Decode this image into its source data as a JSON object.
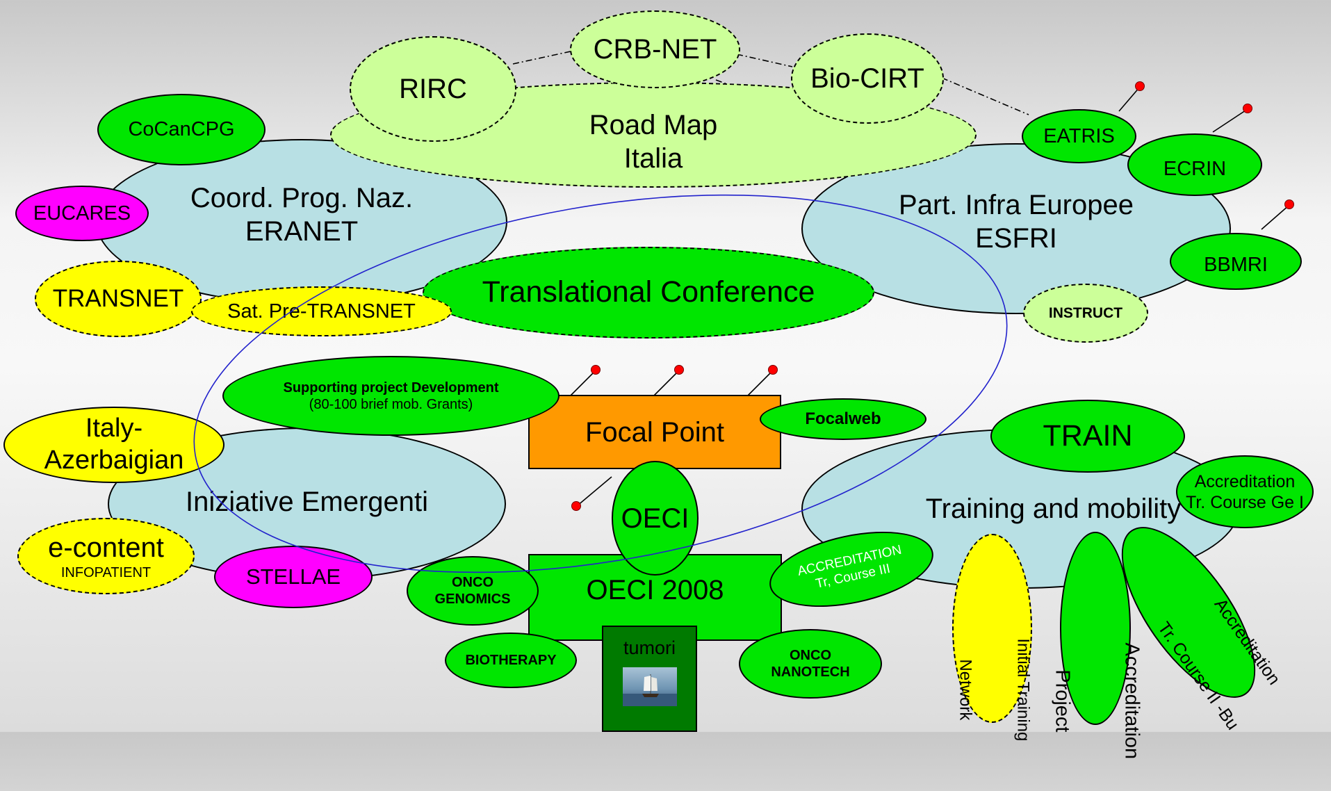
{
  "colors": {
    "light_blue": "#b8e0e4",
    "green": "#00e600",
    "light_green": "#ccff99",
    "yellow": "#ffff00",
    "magenta": "#ff00ff",
    "orange": "#ff9900",
    "dark_green": "#007a00",
    "pin_red": "#ff0000",
    "ring_blue": "#2222cc"
  },
  "road_map": {
    "rirc": "RIRC",
    "crb_net": "CRB-NET",
    "bio_cirt": "Bio-CIRT",
    "road_map_line1": "Road Map",
    "road_map_line2": "Italia"
  },
  "eranet": {
    "line1": "Coord. Prog. Naz.",
    "line2": "ERANET",
    "cocancpg": "CoCanCPG",
    "eucares": "EUCARES",
    "transnet": "TRANSNET",
    "sat_pre_transnet": "Sat. Pre-TRANSNET"
  },
  "esfri": {
    "line1": "Part. Infra Europee",
    "line2": "ESFRI",
    "eatris": "EATRIS",
    "ecrin": "ECRIN",
    "bbmri": "BBMRI",
    "instruct": "INSTRUCT"
  },
  "translational_conference": "Translational Conference",
  "supporting": {
    "line1": "Supporting project Development",
    "line2": "(80-100 brief mob. Grants)"
  },
  "focal_point": "Focal Point",
  "focalweb": "Focalweb",
  "emergenti": {
    "label": "Iniziative Emergenti",
    "italy1": "Italy-",
    "italy2": "Azerbaigian",
    "econtent1": "e-content",
    "econtent2": "INFOPATIENT",
    "stellae": "STELLAE"
  },
  "oeci": {
    "oeci": "OECI",
    "oeci_2008": "OECI 2008",
    "onco_genomics1": "ONCO",
    "onco_genomics2": "GENOMICS",
    "biotherapy": "BIOTHERAPY",
    "tumori": "tumori",
    "onco_nanotech1": "ONCO",
    "onco_nanotech2": "NANOTECH",
    "accr3_line1": "ACCREDITATION",
    "accr3_line2": "Tr, Course III"
  },
  "training": {
    "label": "Training and mobility",
    "train": "TRAIN",
    "accr1_line1": "Accreditation",
    "accr1_line2": "Tr. Course Ge I",
    "initial_training_line1": "Initial Training",
    "initial_training_line2": "Network",
    "accr_project_line1": "Accreditation",
    "accr_project_line2": "Project",
    "accr2_line1": "Accreditation",
    "accr2_line2": "Tr. Course II -Bu"
  }
}
